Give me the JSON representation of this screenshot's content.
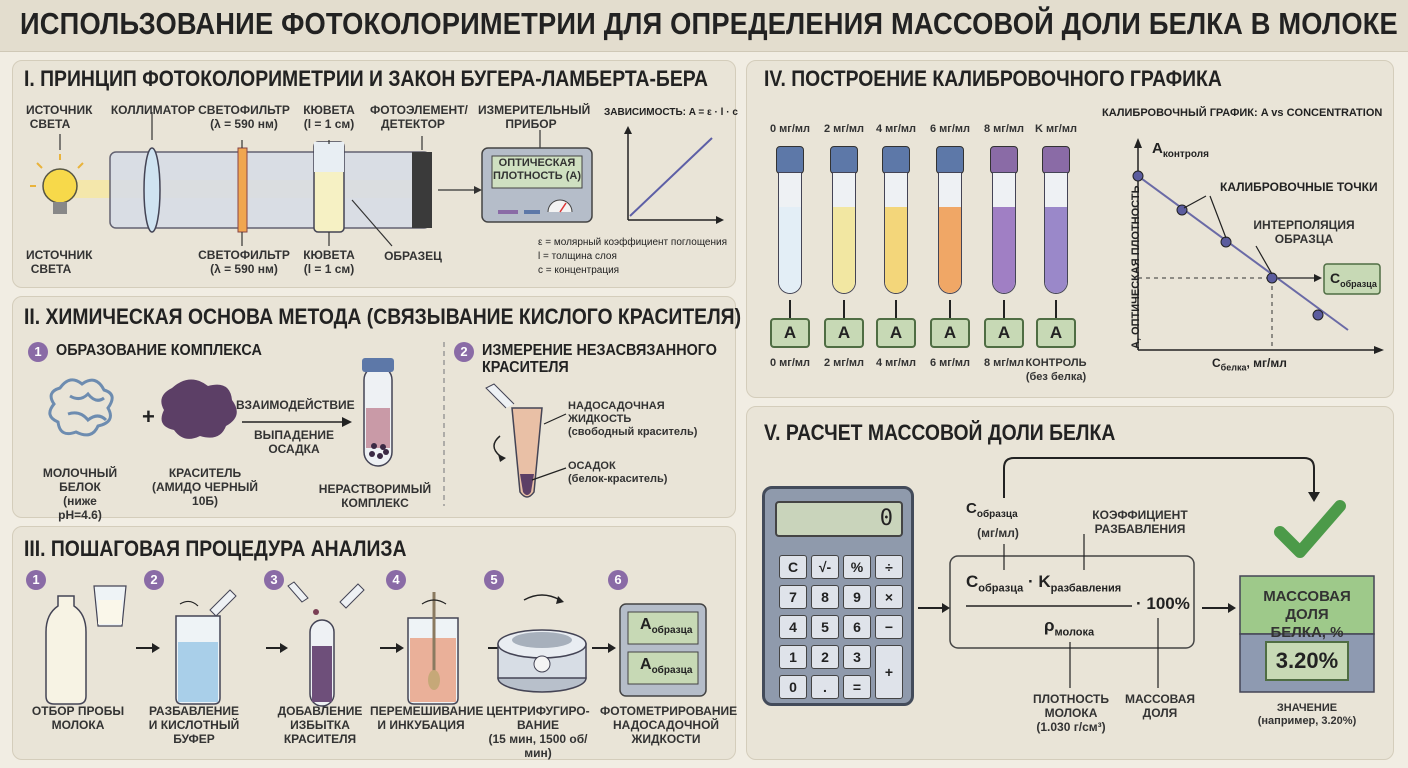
{
  "title": "ИСПОЛЬЗОВАНИЕ ФОТОКОЛОРИМЕТРИИ ДЛЯ ОПРЕДЕЛЕНИЯ МАССОВОЙ ДОЛИ БЕЛКА В МОЛОКЕ",
  "s1": {
    "title": "I. ПРИНЦИП ФОТОКОЛОРИМЕТРИИ И ЗАКОН БУГЕРА-ЛАМБЕРТА-БЕРА",
    "top_labels": [
      "ИСТОЧНИК\nСВЕТА",
      "КОЛЛИМАТОР",
      "СВЕТОФИЛЬТР\n(λ = 590 нм)",
      "КЮВЕТА\n(l = 1 см)",
      "ФОТОЭЛЕМЕНТ/\nДЕТЕКТОР",
      "ИЗМЕРИТЕЛЬНЫЙ\nПРИБОР"
    ],
    "bottom_labels": [
      "ИСТОЧНИК\nСВЕТА",
      "СВЕТОФИЛЬТР\n(λ = 590 нм)",
      "КЮВЕТА\n(l = 1 см)",
      "ОБРАЗЕЦ"
    ],
    "meter_text": "ОПТИЧЕСКАЯ\nПЛОТНОСТЬ (A)",
    "dependency": "ЗАВИСИМОСТЬ: A = ε · l · c",
    "legend": [
      "ε = молярный коэффициент поглощения",
      "l = толщина слоя",
      "c = концентрация"
    ]
  },
  "s2": {
    "title": "II. ХИМИЧЕСКАЯ ОСНОВА МЕТОДА (СВЯЗЫВАНИЕ КИСЛОГО КРАСИТЕЛЯ)",
    "step1_num": "1",
    "step1": "ОБРАЗОВАНИЕ КОМПЛЕКСА",
    "protein": "МОЛОЧНЫЙ\nБЕЛОК\n(ниже pH=4.6)",
    "plus": "+",
    "dye": "КРАСИТЕЛЬ\n(АМИДО ЧЕРНЫЙ 10Б)",
    "interaction": "ВЗАИМОДЕЙСТВИЕ",
    "precip": "ВЫПАДЕНИЕ\nОСАДКА",
    "complex": "НЕРАСТВОРИМЫЙ\nКОМПЛЕКС",
    "step2_num": "2",
    "step2": "ИЗМЕРЕНИЕ НЕЗАСВЯЗАННОГО\nКРАСИТЕЛЯ",
    "supernatant": "НАДОСАДОЧНАЯ\nЖИДКОСТЬ\n(свободный краситель)",
    "sediment": "ОСАДОК\n(белок-краситель)"
  },
  "s3": {
    "title": "III. ПОШАГОВАЯ ПРОЦЕДУРА АНАЛИЗА",
    "steps": [
      {
        "num": "1",
        "label": "ОТБОР ПРОБЫ\nМОЛОКА"
      },
      {
        "num": "2",
        "label": "РАЗБАВЛЕНИЕ\nИ КИСЛОТНЫЙ\nБУФЕР"
      },
      {
        "num": "3",
        "label": "ДОБАВЛЕНИЕ\nИЗБЫТКА\nКРАСИТЕЛЯ"
      },
      {
        "num": "4",
        "label": "ПЕРЕМЕШИВАНИЕ\nИ ИНКУБАЦИЯ"
      },
      {
        "num": "5",
        "label": "ЦЕНТРИФУГИРО-\nВАНИЕ\n(15 мин, 1500 об/мин)"
      },
      {
        "num": "6",
        "label": "ФОТОМЕТРИРОВАНИЕ\nНАДОСАДОЧНОЙ\nЖИДКОСТИ"
      }
    ],
    "screen_a": "A",
    "screen_sub": "образца"
  },
  "s4": {
    "title": "IV. ПОСТРОЕНИЕ КАЛИБРОВОЧНОГО ГРАФИКА",
    "tube_top": [
      "0 мг/мл",
      "2 мг/мл",
      "4 мг/мл",
      "6 мг/мл",
      "8 мг/мл",
      "K мг/мл"
    ],
    "tube_bottom": [
      "0 мг/мл",
      "2 мг/мл",
      "4 мг/мл",
      "6 мг/мл",
      "8 мг/мл",
      "КОНТРОЛЬ\n(без белка)"
    ],
    "a_label": "A",
    "tube_colors": [
      "#e3eef6",
      "#f2e7a2",
      "#f3d67a",
      "#f0a766",
      "#a07fc4",
      "#9a88c9"
    ],
    "cap_colors": [
      "#5d78a8",
      "#5d78a8",
      "#5d78a8",
      "#5d78a8",
      "#8a6ba6",
      "#8a6ba6"
    ],
    "graph_title": "КАЛИБРОВОЧНЫЙ ГРАФИК: A vs CONCENTRATION",
    "ylabel": "A, ОПТИЧЕСКАЯ ПЛОТНОСТЬ",
    "xlabel": "C",
    "xlabel_sub": "белка",
    "xlabel_unit": ", мг/мл",
    "a_control": "A",
    "a_control_sub": "контроля",
    "cal_points": "КАЛИБРОВОЧНЫЕ ТОЧКИ",
    "interp": "ИНТЕРПОЛЯЦИЯ\nОБРАЗЦА",
    "c_sample": "C",
    "c_sample_sub": "образца"
  },
  "s5": {
    "title": "V. РАСЧЕТ МАССОВОЙ ДОЛИ БЕЛКА",
    "calc_display": "0",
    "keys": [
      "C",
      "√-",
      "%",
      "÷",
      "7",
      "8",
      "9",
      "×",
      "4",
      "5",
      "6",
      "−",
      "1",
      "2",
      "3",
      "+",
      "0",
      ".",
      "="
    ],
    "c_label": "C",
    "c_label_sub": "образца",
    "c_unit": "(мг/мл)",
    "coef_label": "КОЭФФИЦИЕНТ\nРАЗБАВЛЕНИЯ",
    "num_c": "C",
    "num_c_sub": "образца",
    "num_dot": "·",
    "num_k": "K",
    "num_k_sub": "разбавления",
    "times100": "· 100%",
    "den_rho": "ρ",
    "den_rho_sub": "молока",
    "density_label": "ПЛОТНОСТЬ\nМОЛОКА\n(1.030 г/см³)",
    "mass_label": "МАССОВАЯ\nДОЛЯ",
    "result_title": "МАССОВАЯ ДОЛЯ\nБЕЛКА, %",
    "result_value": "3.20%",
    "result_caption": "ЗНАЧЕНИЕ\n(например, 3.20%)"
  }
}
